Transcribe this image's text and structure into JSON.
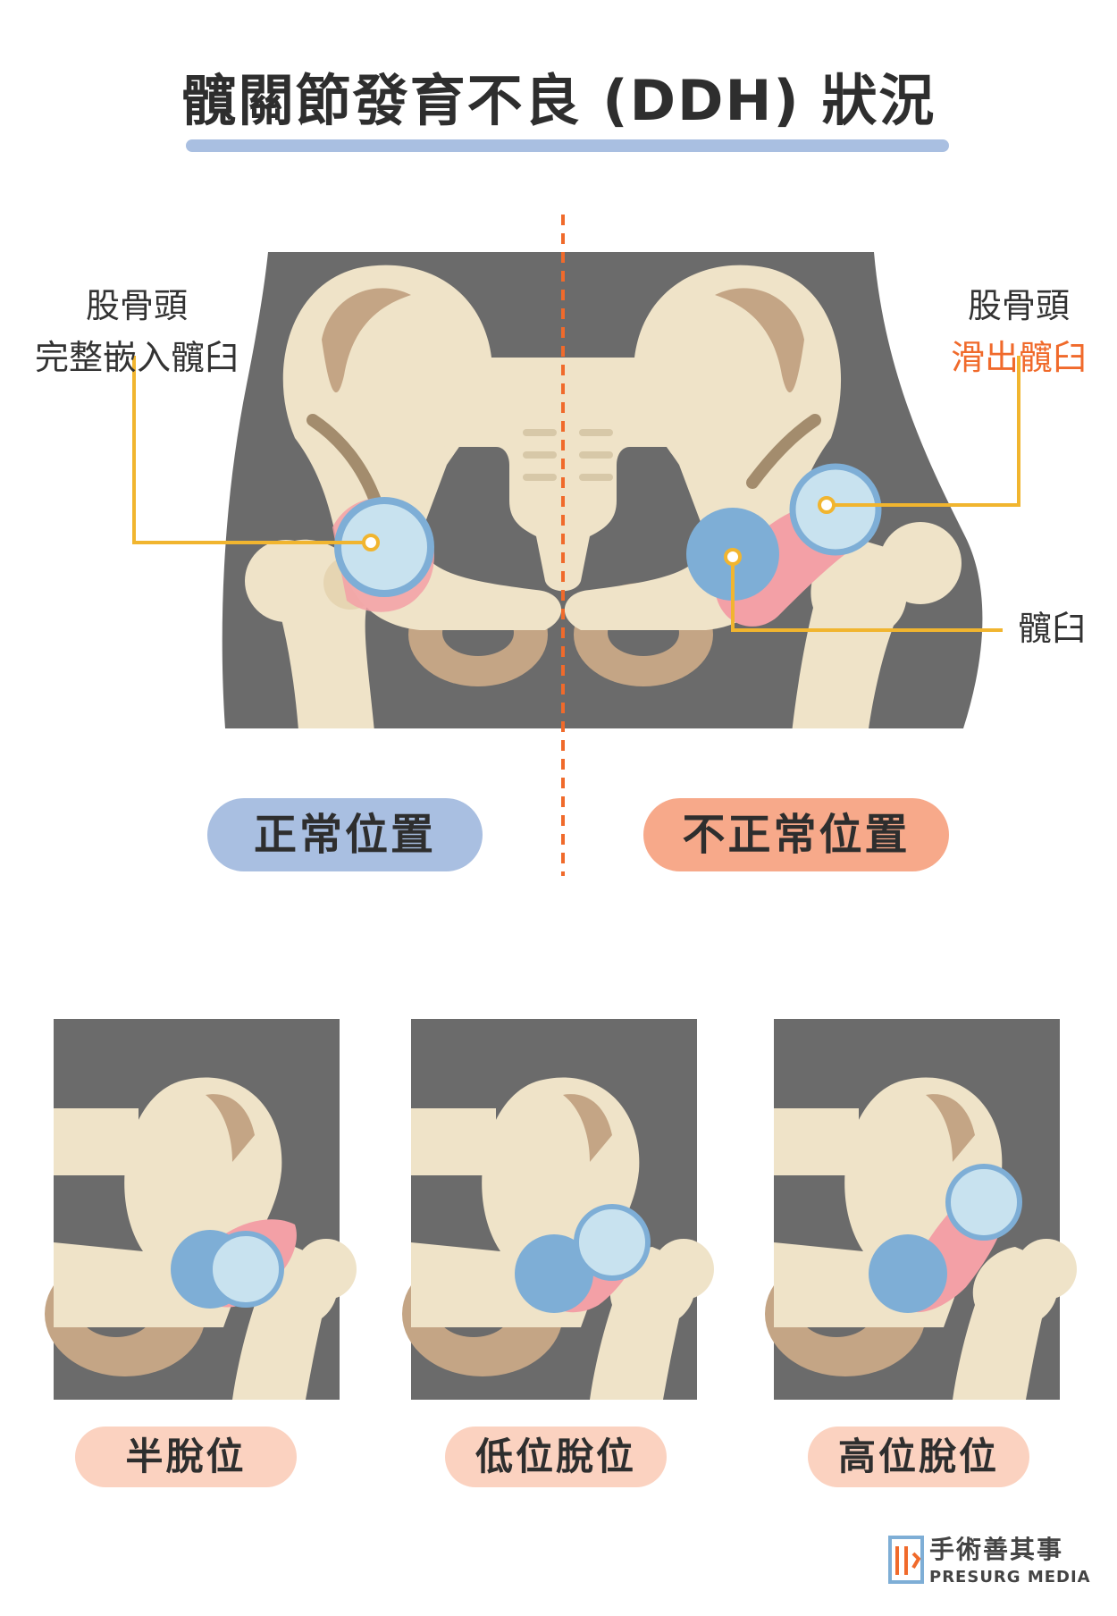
{
  "title": "髖關節發育不良 (DDH) 狀況",
  "labels": {
    "left_top": "股骨頭",
    "left_bottom": "完整嵌入髖臼",
    "right_top": "股骨頭",
    "right_bottom": "滑出髖臼",
    "acetabulum": "髖臼"
  },
  "pills": {
    "normal": "正常位置",
    "abnormal": "不正常位置",
    "subluxation": "半脫位",
    "low_dislocation": "低位脫位",
    "high_dislocation": "高位脫位"
  },
  "logo": {
    "name_cn": "手術善其事",
    "name_en": "PRESURG MEDIA"
  },
  "colors": {
    "bone": "#efe3c8",
    "bone_shadow": "#c4a585",
    "body_silhouette": "#6b6b6b",
    "cartilage_blue": "#7eaed6",
    "femoral_head": "#c8e2ef",
    "pink_tissue": "#f3a0a6",
    "leader_line": "#f1b52f",
    "divider": "#f06a2b",
    "pill_blue": "#a9bfe1",
    "pill_orange": "#f7a98a",
    "pill_peach": "#fbd2c0",
    "title_bar": "#a9bfe1"
  }
}
